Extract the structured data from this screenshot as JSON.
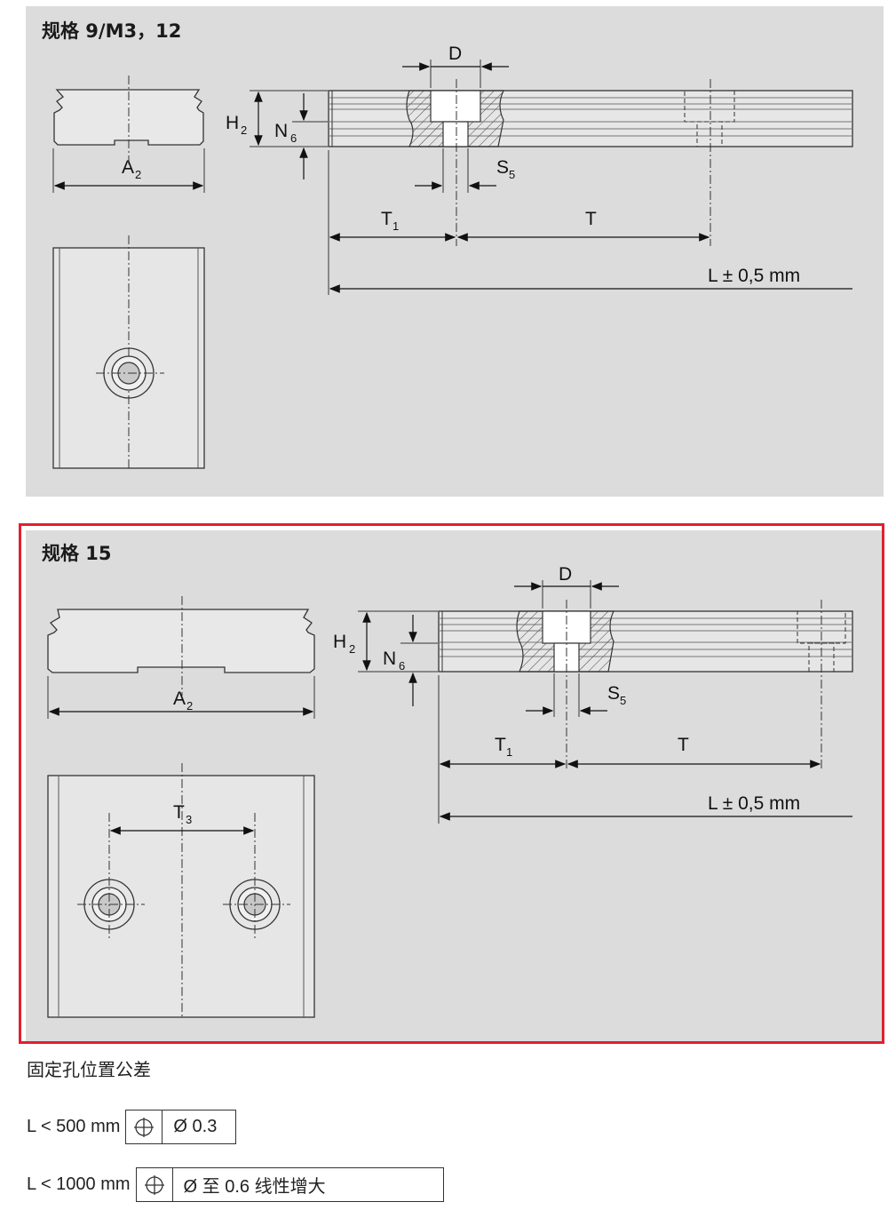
{
  "panel1": {
    "title": "规格 9/M3，12",
    "labels": {
      "d": "D",
      "h": "H",
      "h_sub": "2",
      "n": "N",
      "n_sub": "6",
      "a": "A",
      "a_sub": "2",
      "s": "S",
      "s_sub": "5",
      "t1": "T",
      "t1_sub": "1",
      "t": "T",
      "l": "L ± 0,5 mm"
    }
  },
  "panel2": {
    "title": "规格 15",
    "labels": {
      "d": "D",
      "h": "H",
      "h_sub": "2",
      "n": "N",
      "n_sub": "6",
      "a": "A",
      "a_sub": "2",
      "s": "S",
      "s_sub": "5",
      "t1": "T",
      "t1_sub": "1",
      "t": "T",
      "t3": "T",
      "t3_sub": "3",
      "l": "L ± 0,5 mm"
    }
  },
  "tolerance": {
    "caption": "固定孔位置公差",
    "rows": [
      {
        "label": "L < 500 mm",
        "value": "Ø 0.3"
      },
      {
        "label": "L < 1000 mm",
        "value": "Ø 至 0.6 线性增大"
      }
    ]
  },
  "colors": {
    "highlight_frame": "#e0202e",
    "panel_bg": "#dcdcdc"
  }
}
